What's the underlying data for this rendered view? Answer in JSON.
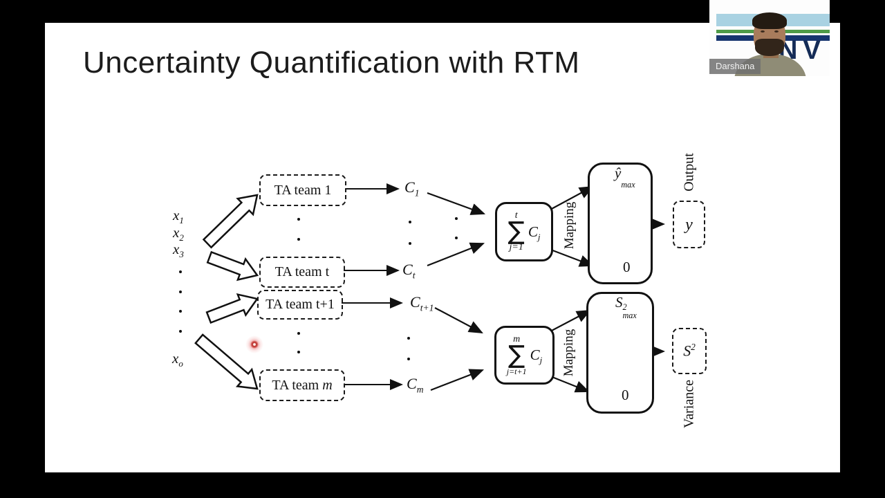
{
  "slide": {
    "title": "Uncertainty Quantification with RTM"
  },
  "webcam": {
    "name_tag": "Darshana",
    "logo_text": "NV",
    "colors": {
      "band_blue": "#a9d2e2",
      "stripe_green": "#4f9b48",
      "stripe_navy": "#17356f",
      "logo_navy": "#152c57"
    }
  },
  "diagram": {
    "inputs": [
      {
        "base": "x",
        "sub": "1"
      },
      {
        "base": "x",
        "sub": "2"
      },
      {
        "base": "x",
        "sub": "3"
      },
      {
        "base": "x",
        "sub": "o"
      }
    ],
    "ta_teams": [
      {
        "prefix": "TA team 1",
        "italic": ""
      },
      {
        "prefix": "TA team t",
        "italic": ""
      },
      {
        "prefix": "TA team t+1",
        "italic": ""
      },
      {
        "prefix": "TA team ",
        "italic": "m"
      }
    ],
    "c_labels": [
      {
        "base": "C",
        "sub": "1"
      },
      {
        "base": "C",
        "sub": "t"
      },
      {
        "base": "C",
        "sub": "t+1"
      },
      {
        "base": "C",
        "sub": "m"
      }
    ],
    "sums": [
      {
        "upper": "t",
        "sigma": "∑",
        "lower": "j=1",
        "term_base": "C",
        "term_sub": "j"
      },
      {
        "upper": "m",
        "sigma": "∑",
        "lower": "j=t+1",
        "term_base": "C",
        "term_sub": "j"
      }
    ],
    "mapping_label": "Mapping",
    "scales": [
      {
        "max_base": "ŷ",
        "max_sup": "",
        "max_sub": "max",
        "min": "0"
      },
      {
        "max_base": "S",
        "max_sup": "2",
        "max_sub": "max",
        "min": "0"
      }
    ],
    "outputs": [
      {
        "base": "y",
        "sup": ""
      },
      {
        "base": "S",
        "sup": "2"
      }
    ],
    "captions": {
      "output": "Output",
      "variance": "Variance"
    }
  }
}
